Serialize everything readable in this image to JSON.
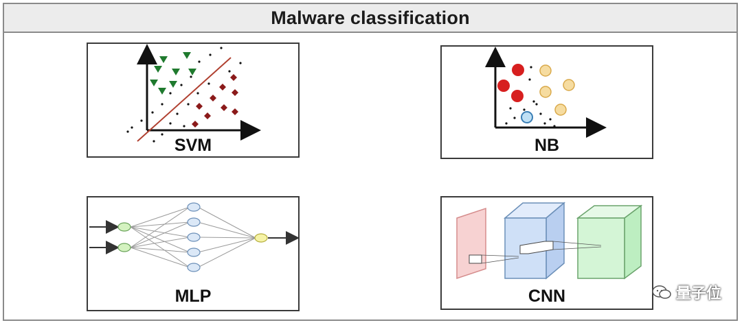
{
  "header": {
    "title": "Malware classification"
  },
  "panels": {
    "svm": {
      "label": "SVM"
    },
    "nb": {
      "label": "NB"
    },
    "mlp": {
      "label": "MLP"
    },
    "cnn": {
      "label": "CNN"
    }
  },
  "colors": {
    "triangle": "#1f7a2e",
    "diamond": "#8b1a1a",
    "separator": "#b04030",
    "red_dot": "#d71f1f",
    "yellow_dot": "#f6dca0",
    "blue_dot": "#bfe0f5",
    "node_green": "#d4f2c0",
    "node_blue": "#dbe8f7",
    "node_yellow": "#f6f3a6",
    "cube_red": "#f7d2d2",
    "cube_blue": "#cfe0f7",
    "cube_green": "#d4f5d6"
  },
  "watermark": {
    "text": "量子位"
  }
}
